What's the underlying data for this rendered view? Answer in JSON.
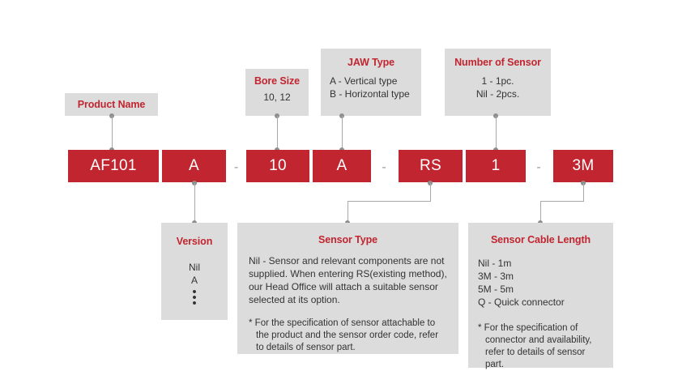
{
  "theme": {
    "accent_red": "#C1252F",
    "box_gray": "#DCDCDC",
    "line_gray": "#A8A8A8",
    "text_dark": "#333333",
    "code_text": "#FFFFFF"
  },
  "code_string": {
    "segments": [
      {
        "id": "product-name",
        "value": "AF101"
      },
      {
        "id": "version",
        "value": "A"
      },
      {
        "id": "bore-size",
        "value": "10"
      },
      {
        "id": "jaw-type",
        "value": "A"
      },
      {
        "id": "sensor-type",
        "value": "RS"
      },
      {
        "id": "number-of-sensor",
        "value": "1"
      },
      {
        "id": "sensor-cable-length",
        "value": "3M"
      }
    ],
    "separators": [
      "-",
      "-",
      "-"
    ]
  },
  "callouts": {
    "product_name": {
      "title": "Product Name",
      "lines": []
    },
    "bore_size": {
      "title": "Bore Size",
      "lines": [
        "10, 12"
      ]
    },
    "jaw_type": {
      "title": "JAW Type",
      "lines": [
        "A - Vertical type",
        "B - Horizontal type"
      ]
    },
    "number_of_sensor": {
      "title": "Number of Sensor",
      "lines": [
        "1 - 1pc.",
        "Nil - 2pcs."
      ]
    },
    "version": {
      "title": "Version",
      "lines": [
        "Nil",
        "A"
      ],
      "ellipsis": [
        "•",
        "•",
        "•"
      ]
    },
    "sensor_type": {
      "title": "Sensor Type",
      "paragraph": "Nil - Sensor and relevant components are not supplied. When entering RS(existing method), our Head Office will attach a suitable sensor selected at its option.",
      "note": "* For the specification of sensor attachable to the product and the sensor order code, refer to details of sensor part."
    },
    "sensor_cable_length": {
      "title": "Sensor Cable Length",
      "lines": [
        "Nil - 1m",
        "3M - 3m",
        "5M - 5m",
        "Q - Quick connector"
      ],
      "note": "* For the specification of connector and availability, refer to details of sensor part."
    }
  }
}
